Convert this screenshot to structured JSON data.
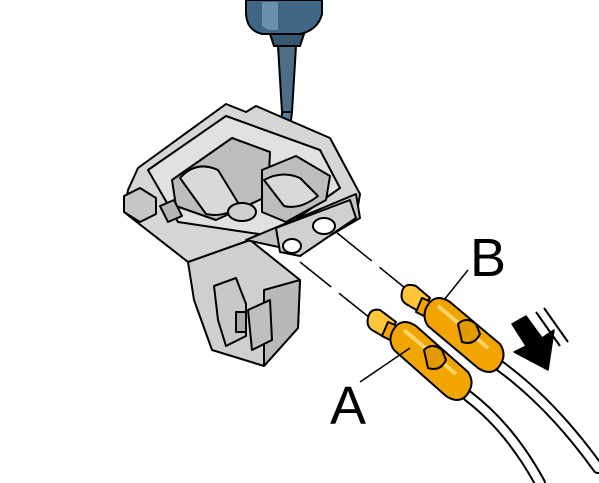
{
  "figure": {
    "callouts": [
      {
        "id": "A",
        "label": "A"
      },
      {
        "id": "B",
        "label": "B"
      }
    ],
    "icons": {
      "tool": "screwdriver-icon",
      "direction": "pull-direction-arrow-icon"
    },
    "colors": {
      "housing": "#cfcfcf",
      "housing_dark": "#a9a9a9",
      "housing_light": "#e6e6e6",
      "tool_handle": "#3f6785",
      "tool_shaft": "#4c6e88",
      "terminal": "#f2a400",
      "terminal_light": "#ffc53a",
      "wire": "#ffffff",
      "outline": "#000000"
    }
  }
}
